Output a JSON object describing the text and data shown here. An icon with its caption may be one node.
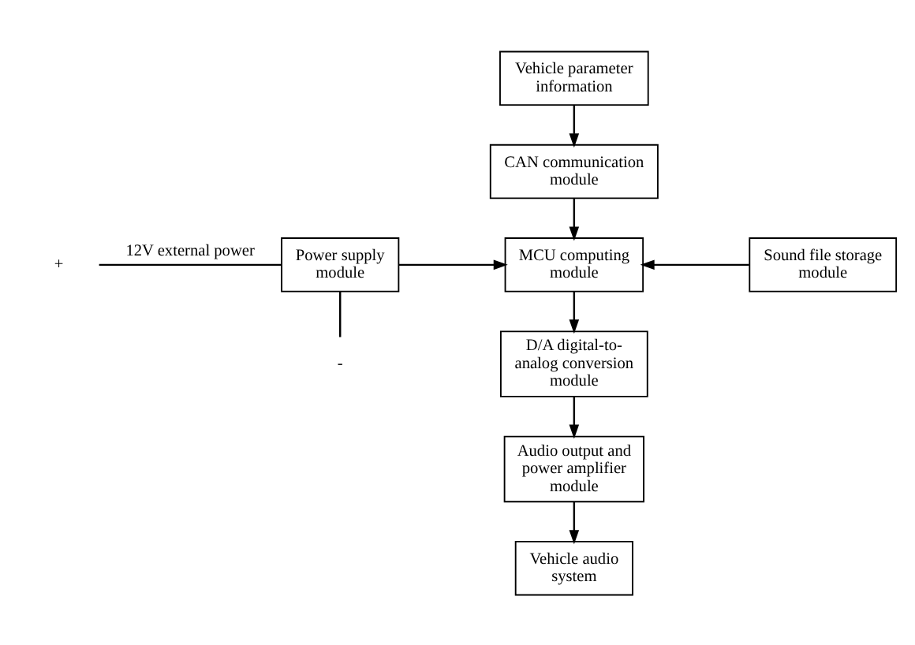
{
  "diagram": {
    "nodes": [
      {
        "text": [
          "Vehicle parameter information"
        ]
      },
      {
        "text": [
          "CAN communication module"
        ]
      },
      {
        "text": [
          "+"
        ]
      },
      {
        "text": [
          "-"
        ]
      },
      {
        "text": [
          "Power supply module"
        ]
      },
      {
        "text": [
          "MCU computing module"
        ]
      },
      {
        "text": [
          "Sound file storage module"
        ]
      },
      {
        "text": [
          "D/A digital-to-analog conversion module"
        ]
      },
      {
        "text": [
          "Audio output and power amplifier module"
        ]
      },
      {
        "text": [
          "Vehicle audio system"
        ]
      }
    ],
    "edges": [
      {
        "from": 0,
        "to": 1,
        "arrow": "to"
      },
      {
        "from": 1,
        "to": 5,
        "arrow": "to"
      },
      {
        "from": 2,
        "to": 4,
        "arrow": "none",
        "label": "12V external power"
      },
      {
        "from": 3,
        "to": 4,
        "arrow": "none"
      },
      {
        "from": 4,
        "to": 5,
        "arrow": "to"
      },
      {
        "from": 6,
        "to": 5,
        "arrow": "to"
      },
      {
        "from": 5,
        "to": 7,
        "arrow": "to"
      },
      {
        "from": 7,
        "to": 8,
        "arrow": "to"
      },
      {
        "from": 8,
        "to": 9,
        "arrow": "to"
      }
    ]
  }
}
